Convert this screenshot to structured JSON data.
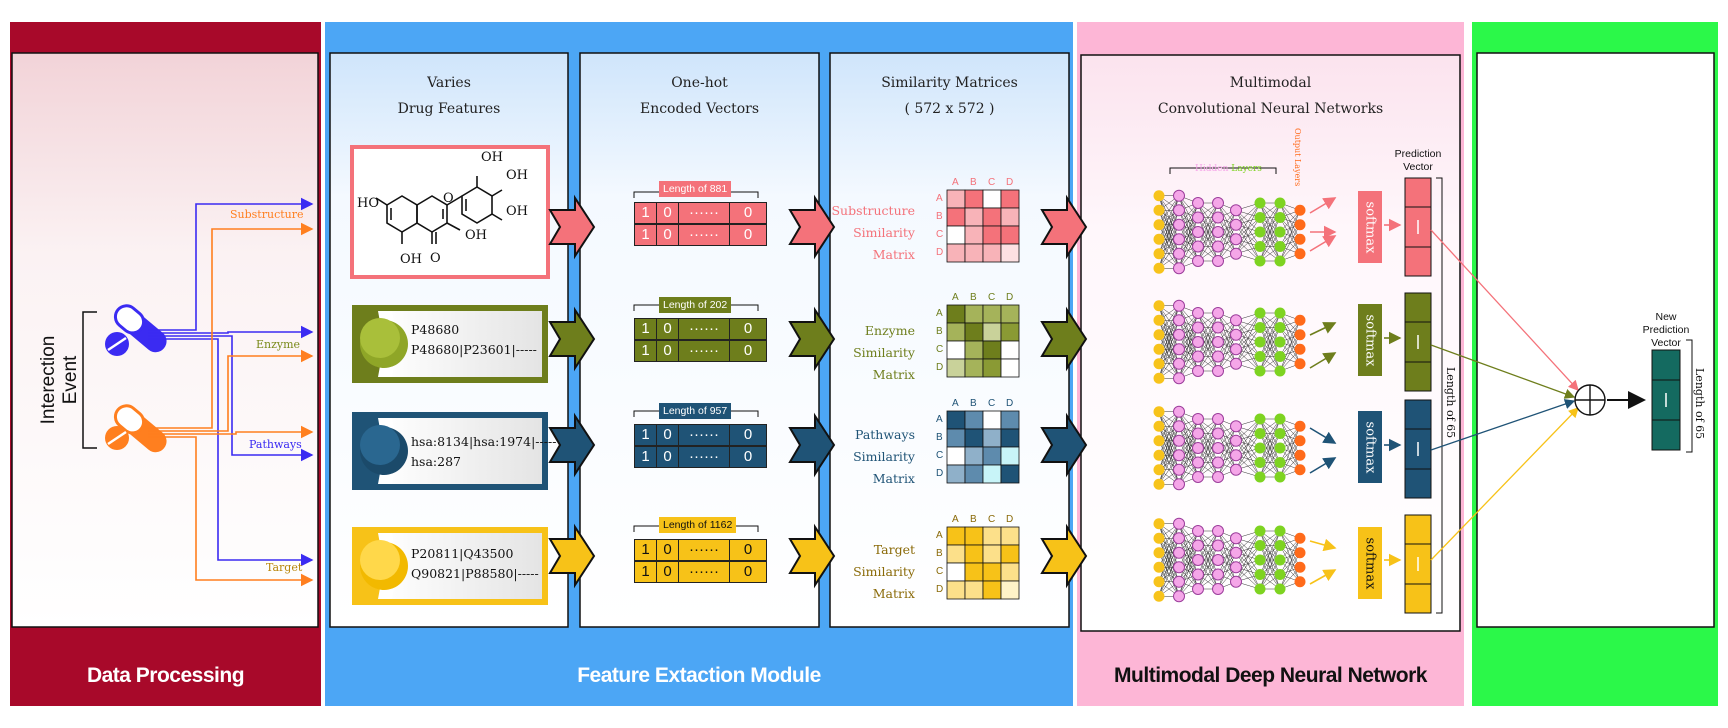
{
  "footer": {
    "data_processing": "Data Processing",
    "feature_extraction": "Feature Extaction Module",
    "multimodal_dnn": "Multimodal Deep Neural Network"
  },
  "colors": {
    "crimson": "#A8092A",
    "blue": "#4CA6F5",
    "pink": "#FDB6D6",
    "green": "#2BF849",
    "sub": "#F4727A",
    "enz": "#6E7E1C",
    "path": "#1F5376",
    "target": "#F7C218",
    "drug_blue": "#3B2BF2",
    "drug_orange": "#FF7F1F",
    "node_yellow": "#F7C31B",
    "node_pink": "#F5A6E8",
    "node_green": "#7ED321",
    "node_orange": "#FF6A1A",
    "final": "#146A60"
  },
  "data_processing": {
    "interaction_event": [
      "Interection",
      "Event"
    ],
    "labels": [
      "Substructure",
      "Enzyme",
      "Pathways",
      "Target"
    ]
  },
  "drug_features": {
    "title": [
      "Varies",
      "Drug Features"
    ],
    "molecule_atoms": [
      "OH",
      "OH",
      "OH",
      "HO",
      "OH",
      "O",
      "OH",
      "O"
    ],
    "enzyme": [
      "P48680",
      "P48680|P23601|-----"
    ],
    "pathways": [
      "hsa:8134|hsa:1974|-----",
      "hsa:287"
    ],
    "target": [
      "P20811|Q43500",
      "Q90821|P88580|-----"
    ]
  },
  "onehot": {
    "title": [
      "One-hot",
      "Encoded Vectors"
    ],
    "lengths": [
      "Length of 881",
      "Length of 202",
      "Length of 957",
      "Length of 1162"
    ],
    "row_cells": [
      "1",
      "0",
      "······",
      "0"
    ]
  },
  "similarity": {
    "title": [
      "Similarity Matrices",
      "( 572 x 572 )"
    ],
    "headers": [
      "A",
      "B",
      "C",
      "D"
    ],
    "labels": [
      [
        "Substructure",
        "Similarity",
        "Matrix"
      ],
      [
        "Enzyme",
        "Similarity",
        "Matrix"
      ],
      [
        "Pathways",
        "Similarity",
        "Matrix"
      ],
      [
        "Target",
        "Similarity",
        "Matrix"
      ]
    ]
  },
  "cnn": {
    "title": [
      "Multimodal",
      "Convolutional Neural Networks"
    ],
    "hidden_layers": [
      "Hidden",
      "Layers"
    ],
    "output_layers": "Output Layers",
    "softmax": "softmax",
    "prediction_vector": [
      "Prediction",
      "Vector"
    ],
    "length": "Length of 65"
  },
  "fusion": {
    "new_prediction_vector": [
      "New",
      "Prediction",
      "Vector"
    ],
    "length": "Length of 65"
  }
}
